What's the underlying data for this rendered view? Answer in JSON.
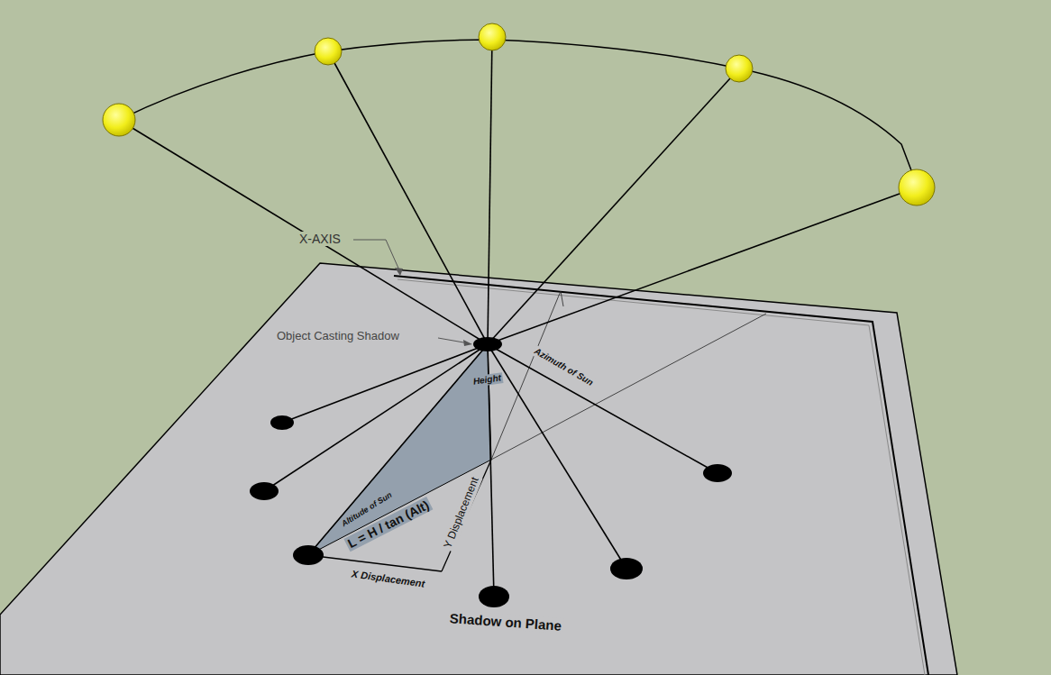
{
  "diagram": {
    "labels": [
      "X-AXIS",
      "Object Casting Shadow",
      "Azimuth of Sun",
      "Height",
      "Altitude of Sun",
      "L = H / tan (Alt)",
      "X Displacement",
      "Y Displacement",
      "Shadow on Plane"
    ]
  }
}
